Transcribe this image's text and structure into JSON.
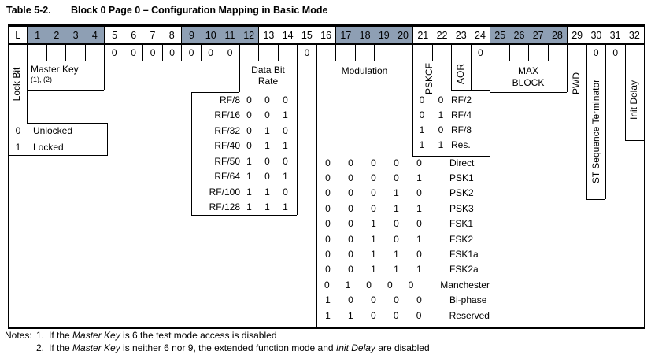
{
  "title": {
    "label": "Table 5-2.",
    "text": "Block 0 Page 0 – Configuration Mapping in Basic Mode"
  },
  "colors": {
    "header_shade": "#8E9FB4",
    "border": "#000000"
  },
  "bit_header": {
    "groups": [
      {
        "bits": [
          "L"
        ],
        "shaded": false
      },
      {
        "bits": [
          "1",
          "2",
          "3",
          "4"
        ],
        "shaded": true
      },
      {
        "bits": [
          "5",
          "6",
          "7",
          "8"
        ],
        "shaded": false
      },
      {
        "bits": [
          "9",
          "10",
          "11",
          "12"
        ],
        "shaded": true
      },
      {
        "bits": [
          "13",
          "14",
          "15",
          "16"
        ],
        "shaded": false
      },
      {
        "bits": [
          "17",
          "18",
          "19",
          "20"
        ],
        "shaded": true
      },
      {
        "bits": [
          "21",
          "22",
          "23",
          "24"
        ],
        "shaded": false
      },
      {
        "bits": [
          "25",
          "26",
          "27",
          "28"
        ],
        "shaded": true
      },
      {
        "bits": [
          "29",
          "30",
          "31",
          "32"
        ],
        "shaded": false
      }
    ],
    "defaults": [
      "",
      "",
      "",
      "",
      "",
      "0",
      "0",
      "0",
      "0",
      "0",
      "0",
      "0",
      "",
      "",
      "",
      "0",
      "",
      "",
      "",
      "",
      "",
      "",
      "",
      "",
      "0",
      "",
      "",
      "",
      "",
      "",
      "0",
      "0",
      ""
    ]
  },
  "fields": {
    "lock_bit": {
      "label": "Lock Bit",
      "values": [
        {
          "bit": "0",
          "meaning": "Unlocked"
        },
        {
          "bit": "1",
          "meaning": "Locked"
        }
      ]
    },
    "master_key": {
      "label": "Master Key",
      "notes_ref": "(1), (2)"
    },
    "data_bit_rate": {
      "label_lines": [
        "Data Bit",
        "Rate"
      ],
      "rows": [
        {
          "rate": "RF/8",
          "bits": [
            "0",
            "0",
            "0"
          ]
        },
        {
          "rate": "RF/16",
          "bits": [
            "0",
            "0",
            "1"
          ]
        },
        {
          "rate": "RF/32",
          "bits": [
            "0",
            "1",
            "0"
          ]
        },
        {
          "rate": "RF/40",
          "bits": [
            "0",
            "1",
            "1"
          ]
        },
        {
          "rate": "RF/50",
          "bits": [
            "1",
            "0",
            "0"
          ]
        },
        {
          "rate": "RF/64",
          "bits": [
            "1",
            "0",
            "1"
          ]
        },
        {
          "rate": "RF/100",
          "bits": [
            "1",
            "1",
            "0"
          ]
        },
        {
          "rate": "RF/128",
          "bits": [
            "1",
            "1",
            "1"
          ]
        }
      ]
    },
    "modulation": {
      "label": "Modulation",
      "rows": [
        {
          "bits": [
            "0",
            "0",
            "0",
            "0",
            "0"
          ],
          "mode": "Direct"
        },
        {
          "bits": [
            "0",
            "0",
            "0",
            "0",
            "1"
          ],
          "mode": "PSK1"
        },
        {
          "bits": [
            "0",
            "0",
            "0",
            "1",
            "0"
          ],
          "mode": "PSK2"
        },
        {
          "bits": [
            "0",
            "0",
            "0",
            "1",
            "1"
          ],
          "mode": "PSK3"
        },
        {
          "bits": [
            "0",
            "0",
            "1",
            "0",
            "0"
          ],
          "mode": "FSK1"
        },
        {
          "bits": [
            "0",
            "0",
            "1",
            "0",
            "1"
          ],
          "mode": "FSK2"
        },
        {
          "bits": [
            "0",
            "0",
            "1",
            "1",
            "0"
          ],
          "mode": "FSK1a"
        },
        {
          "bits": [
            "0",
            "0",
            "1",
            "1",
            "1"
          ],
          "mode": "FSK2a"
        },
        {
          "bits": [
            "0",
            "1",
            "0",
            "0",
            "0"
          ],
          "mode": "Manchester"
        },
        {
          "bits": [
            "1",
            "0",
            "0",
            "0",
            "0"
          ],
          "mode": "Bi-phase"
        },
        {
          "bits": [
            "1",
            "1",
            "0",
            "0",
            "0"
          ],
          "mode": "Reserved"
        }
      ]
    },
    "pskcf": {
      "label": "PSKCF",
      "rows": [
        {
          "bits": [
            "0",
            "0"
          ],
          "value": "RF/2"
        },
        {
          "bits": [
            "0",
            "1"
          ],
          "value": "RF/4"
        },
        {
          "bits": [
            "1",
            "0"
          ],
          "value": "RF/8"
        },
        {
          "bits": [
            "1",
            "1"
          ],
          "value": "Res."
        }
      ]
    },
    "aor": {
      "label": "AOR"
    },
    "max_block": {
      "label_lines": [
        "MAX",
        "BLOCK"
      ]
    },
    "pwd": {
      "label": "PWD"
    },
    "st_sequence_terminator": {
      "label": "ST Sequence Terminator"
    },
    "init_delay": {
      "label": "Init Delay"
    }
  },
  "notes": {
    "heading": "Notes:",
    "items": [
      {
        "num": "1.",
        "segments": [
          {
            "t": "If the "
          },
          {
            "t": "Master Key",
            "i": true
          },
          {
            "t": " is 6 the test mode access is disabled"
          }
        ]
      },
      {
        "num": "2.",
        "segments": [
          {
            "t": "If the "
          },
          {
            "t": "Master Key",
            "i": true
          },
          {
            "t": " is neither 6 nor 9, the extended function mode and "
          },
          {
            "t": "Init Delay",
            "i": true
          },
          {
            "t": " are disabled"
          }
        ]
      }
    ]
  }
}
